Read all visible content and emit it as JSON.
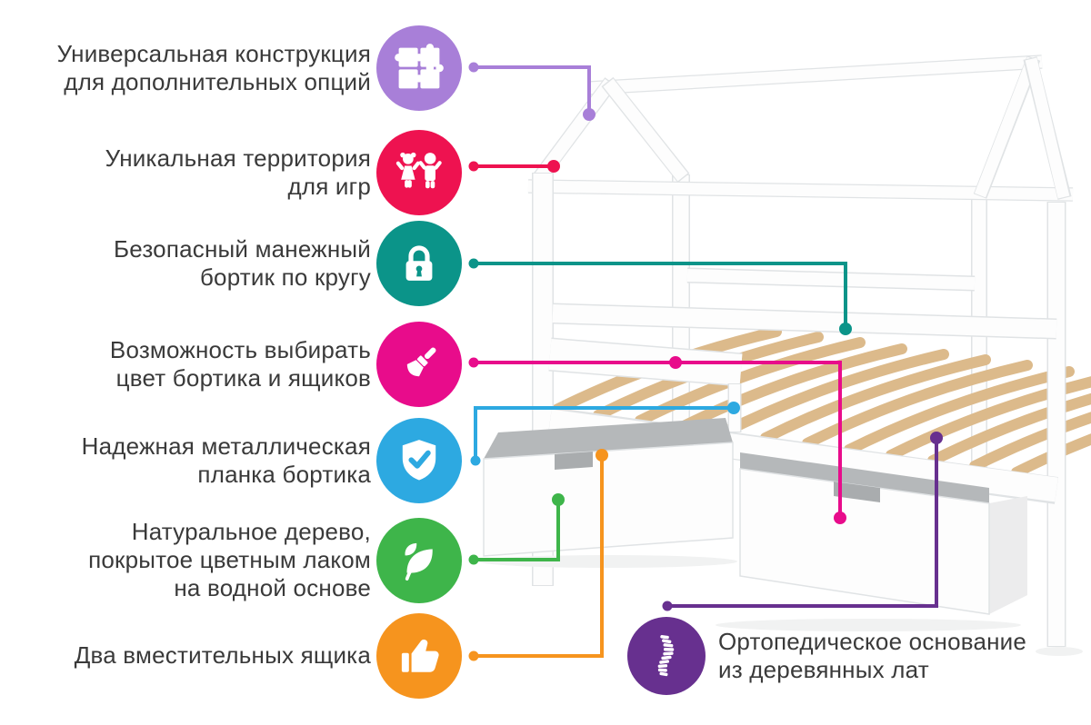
{
  "illustration": {
    "subject": "house-frame-children-bed-with-two-drawers-and-slats"
  },
  "colors": {
    "text": "#3a3a3a",
    "puzzle": "#a87fd8",
    "children": "#ee1250",
    "lock": "#0b9489",
    "brush": "#e80c8b",
    "shield": "#2da9e1",
    "leaf": "#3eb54a",
    "thumb": "#f6941e",
    "spine": "#67308f",
    "wood": "#dcba8b",
    "drawer-interior": "#b5b8ba",
    "notch": "#a9acae",
    "frame-fill": "#fdfdfd",
    "frame-edge": "#e0e3e5",
    "shadow": "#f1f2f2",
    "side-shade": "#ececed"
  },
  "features": [
    {
      "id": "universal-construction",
      "icon": "puzzle-icon",
      "lines": [
        "Универсальная конструкция",
        "для дополнительных опций"
      ]
    },
    {
      "id": "play-territory",
      "icon": "children-icon",
      "lines": [
        "Уникальная территория",
        "для игр"
      ]
    },
    {
      "id": "safe-playpen-rail",
      "icon": "lock-icon",
      "lines": [
        "Безопасный манежный",
        "бортик по кругу"
      ]
    },
    {
      "id": "color-choice",
      "icon": "paintbrush-icon",
      "lines": [
        "Возможность выбирать",
        "цвет бортика и ящиков"
      ]
    },
    {
      "id": "metal-plank",
      "icon": "shield-check-icon",
      "lines": [
        "Надежная металлическая",
        "планка бортика"
      ]
    },
    {
      "id": "natural-wood",
      "icon": "leaf-icon",
      "lines": [
        "Натуральное дерево,",
        "покрытое цветным лаком",
        "на водной основе"
      ]
    },
    {
      "id": "two-drawers",
      "icon": "thumbs-up-icon",
      "lines": [
        "Два вместительных ящика"
      ]
    },
    {
      "id": "orthopedic-base",
      "icon": "spine-icon",
      "lines": [
        "Ортопедическое основание",
        "из деревянных лат"
      ]
    }
  ]
}
